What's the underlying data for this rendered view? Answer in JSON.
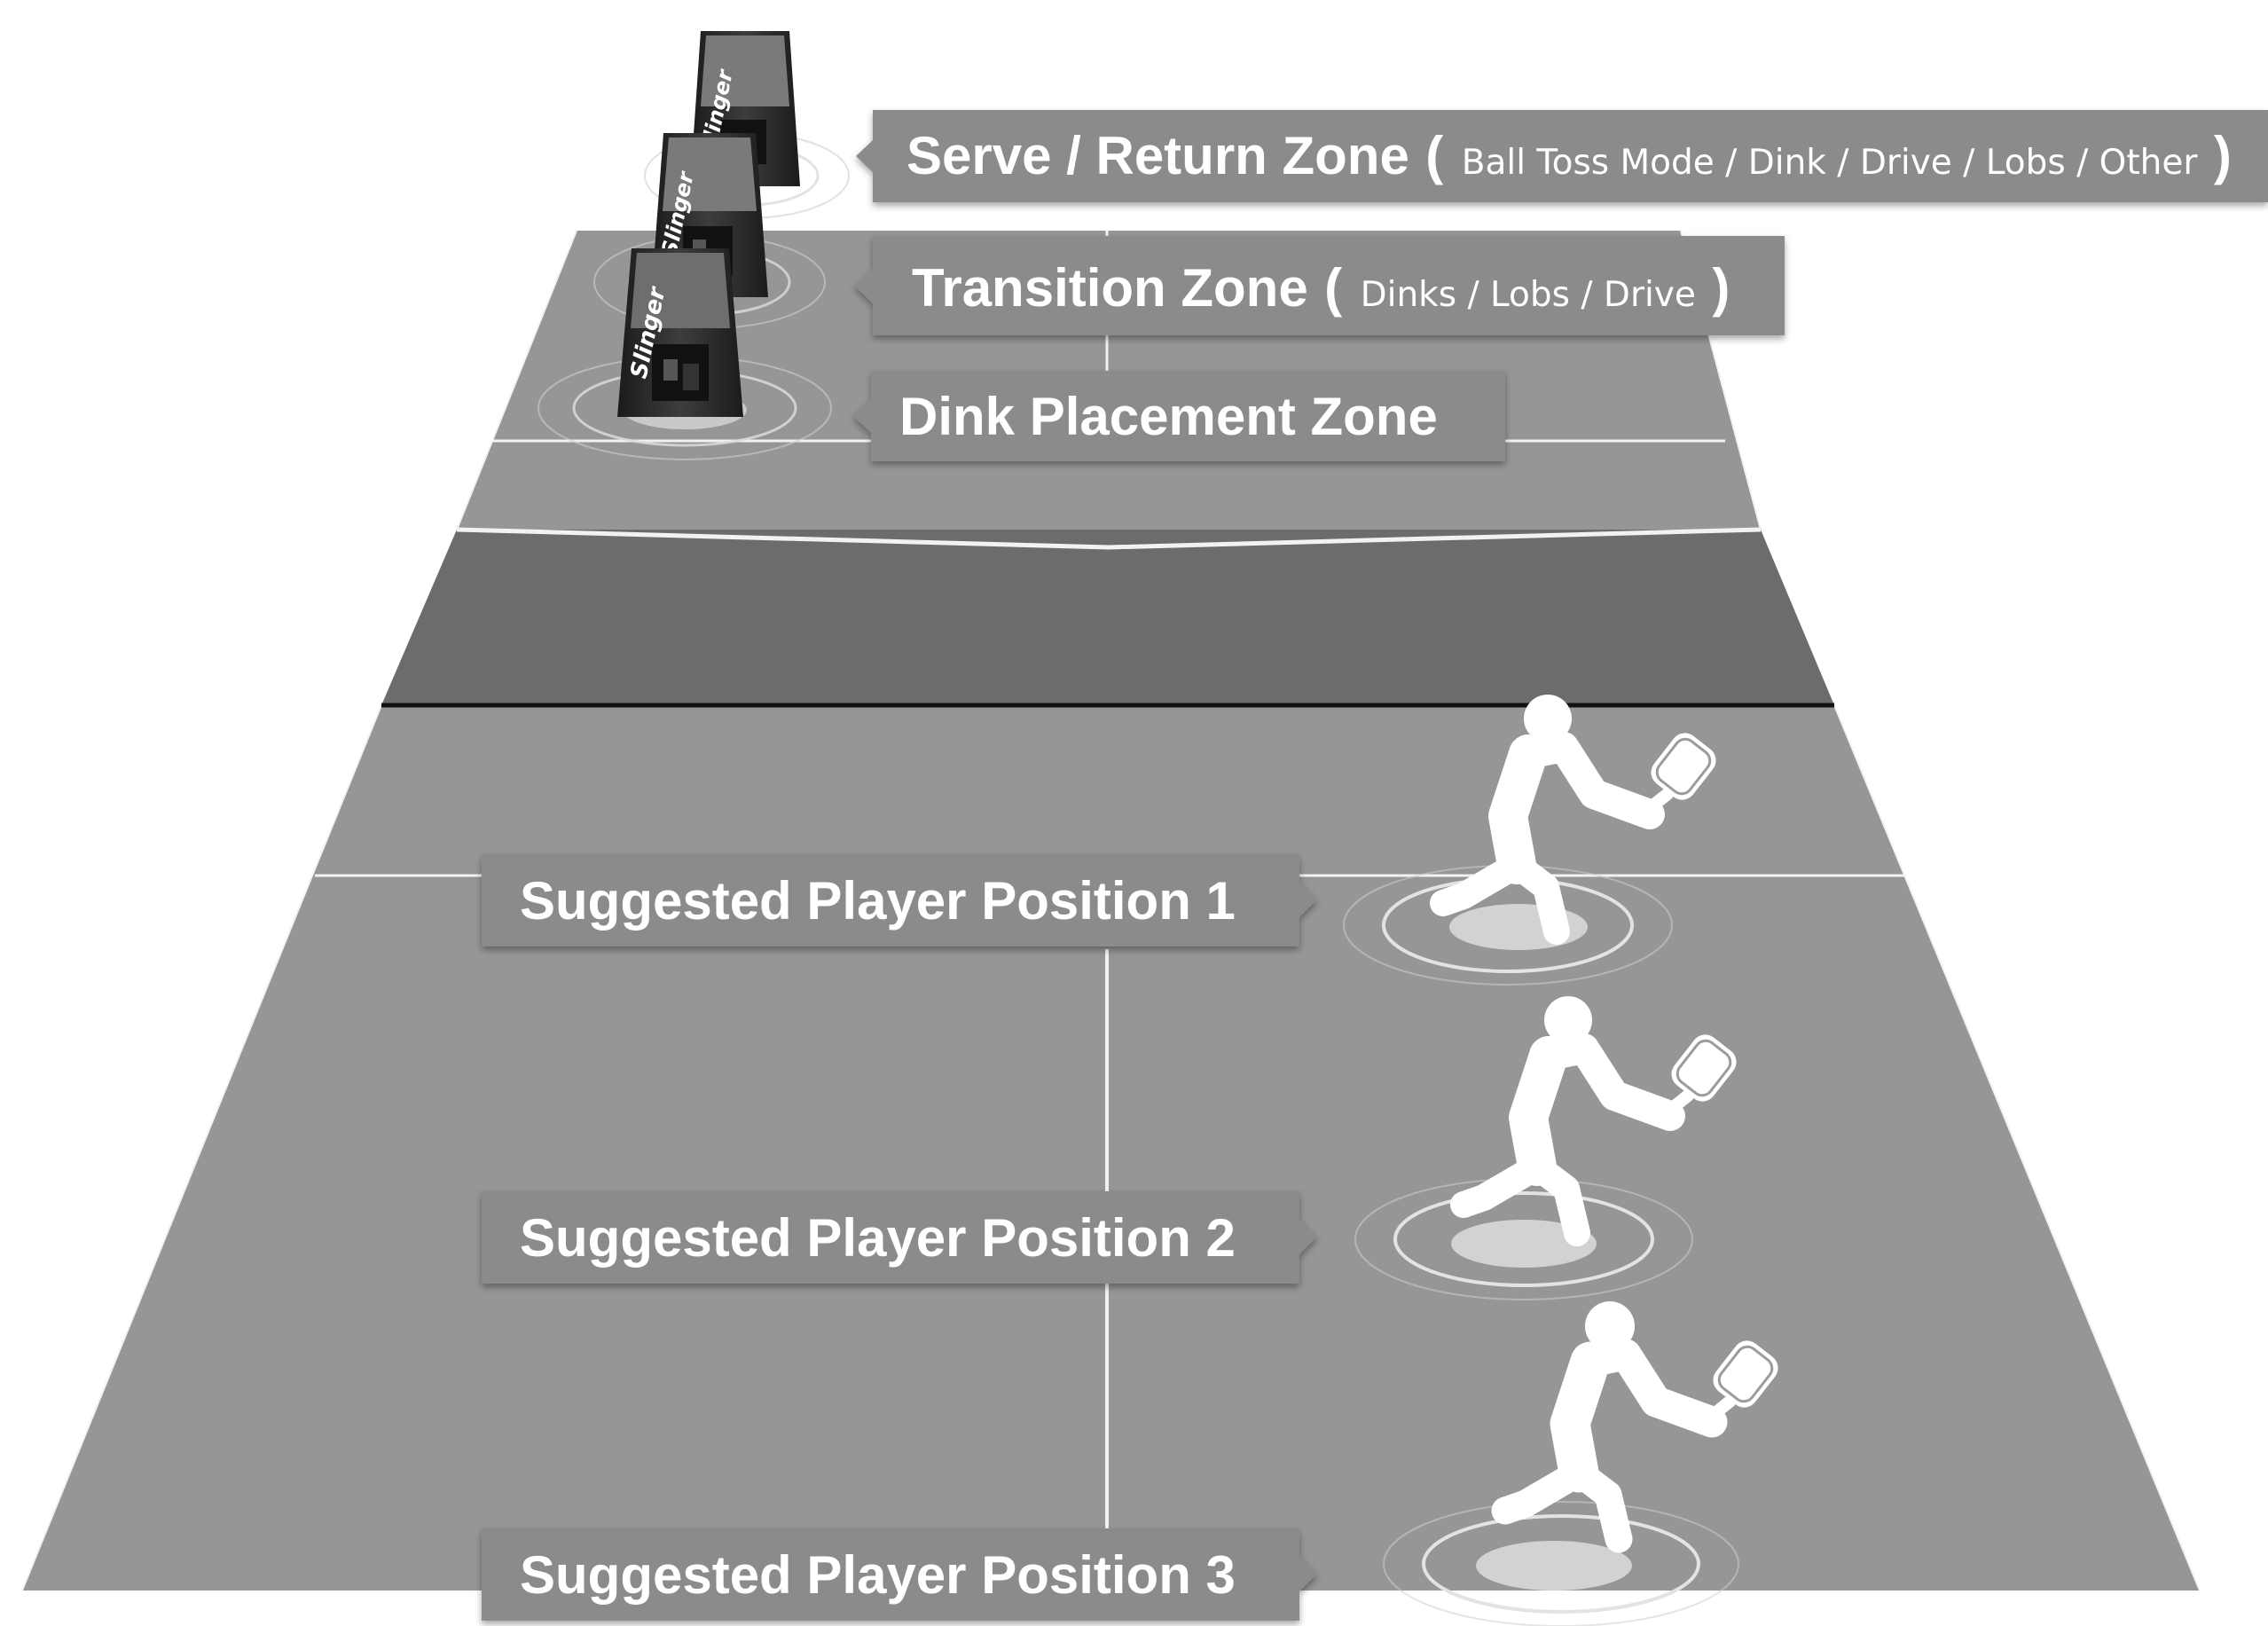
{
  "colors": {
    "court_surface": "#959595",
    "court_kitchen_band": "#6b6b6b",
    "court_line": "#f2f2f2",
    "net_line": "#111111",
    "callout_box": "#8b8b8b",
    "text": "#ffffff",
    "player": "#ffffff",
    "ring": "#c9c9c9",
    "bag": "#2a2a2a"
  },
  "icons": {
    "launcher": "ball-launcher-bag-icon",
    "player": "pickleball-player-icon",
    "target": "target-ring-icon"
  },
  "launcher_brand": "Slinger",
  "zones": {
    "serve_return": {
      "title": "Serve / Return Zone",
      "open": "(",
      "detail": "Ball Toss Mode / Dink / Drive / Lobs / Other",
      "close": ")"
    },
    "transition": {
      "title": "Transition Zone",
      "open": "(",
      "detail": "Dinks / Lobs / Drive",
      "close": ")"
    },
    "dink_placement": {
      "title": "Dink Placement Zone"
    }
  },
  "players": [
    {
      "label": "Suggested Player Position 1"
    },
    {
      "label": "Suggested Player Position 2"
    },
    {
      "label": "Suggested Player Position 3"
    }
  ]
}
